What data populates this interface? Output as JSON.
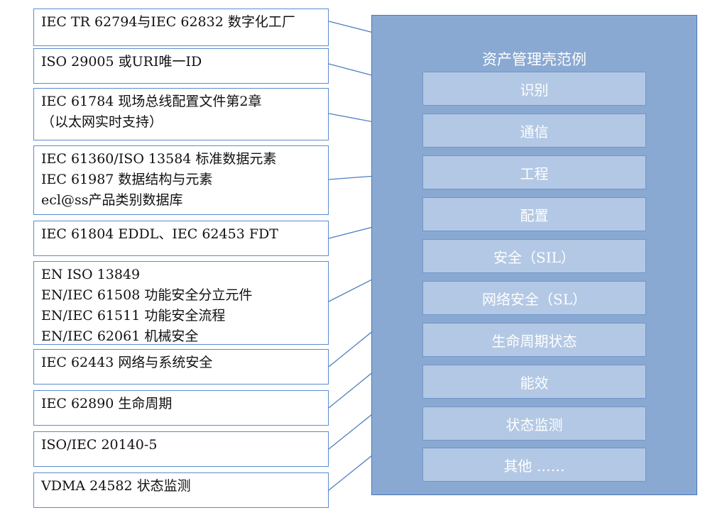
{
  "standards": [
    {
      "lines": [
        "IEC TR 62794与IEC 62832 数字化工厂"
      ]
    },
    {
      "lines": [
        "ISO 29005 或URI唯一ID"
      ]
    },
    {
      "lines": [
        "IEC 61784 现场总线配置文件第2章",
        "（以太网实时支持）"
      ]
    },
    {
      "lines": [
        "IEC 61360/ISO 13584 标准数据元素",
        "IEC 61987 数据结构与元素",
        "ecl@ss产品类别数据库"
      ]
    },
    {
      "lines": [
        "IEC 61804 EDDL、IEC 62453 FDT"
      ]
    },
    {
      "lines": [
        "EN ISO 13849",
        "EN/IEC 61508 功能安全分立元件",
        "EN/IEC 61511 功能安全流程",
        "EN/IEC 62061 机械安全"
      ]
    },
    {
      "lines": [
        "IEC 62443 网络与系统安全"
      ]
    },
    {
      "lines": [
        "IEC 62890 生命周期"
      ]
    },
    {
      "lines": [
        "ISO/IEC 20140-5"
      ]
    },
    {
      "lines": [
        "VDMA 24582 状态监测"
      ]
    }
  ],
  "aas": {
    "title": "资产管理壳范例",
    "categories": [
      "识别",
      "通信",
      "工程",
      "配置",
      "安全（SIL）",
      "网络安全（SL）",
      "生命周期状态",
      "能效",
      "状态监测",
      "其他 ……"
    ]
  },
  "colors": {
    "panel": "#8aa9d2",
    "category": "#b3c8e4",
    "border": "#5b8ccf",
    "connector": "#4f7fc0"
  }
}
